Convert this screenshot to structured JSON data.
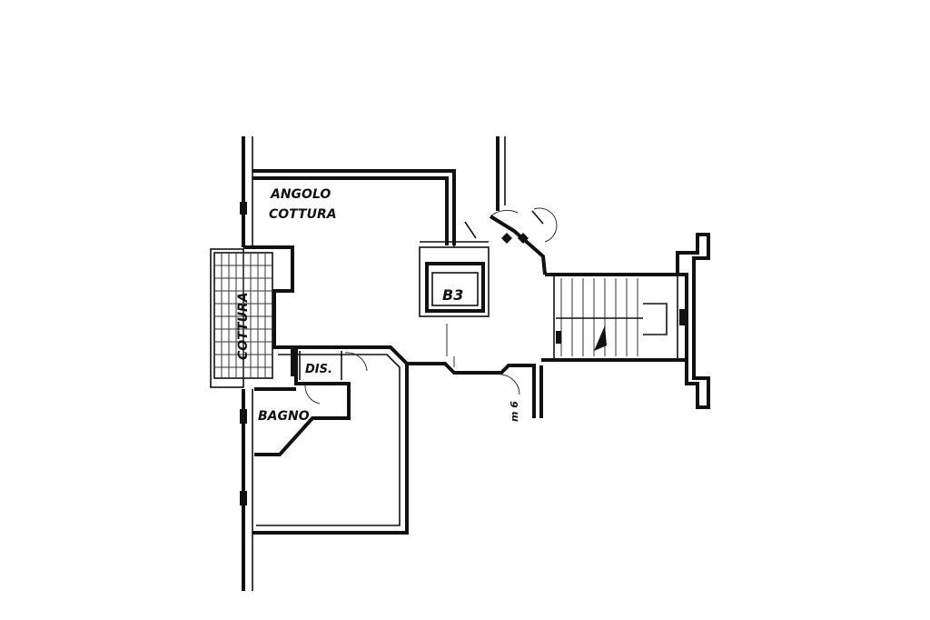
{
  "plan": {
    "title": "",
    "rooms": {
      "kitchen_line1": "ANGOLO",
      "kitchen_line2": "COTTURA",
      "terrace": "COTTURA",
      "closet": "DIS.",
      "bath": "BAGNO",
      "unit": "B3",
      "dimension": "m 6"
    }
  }
}
